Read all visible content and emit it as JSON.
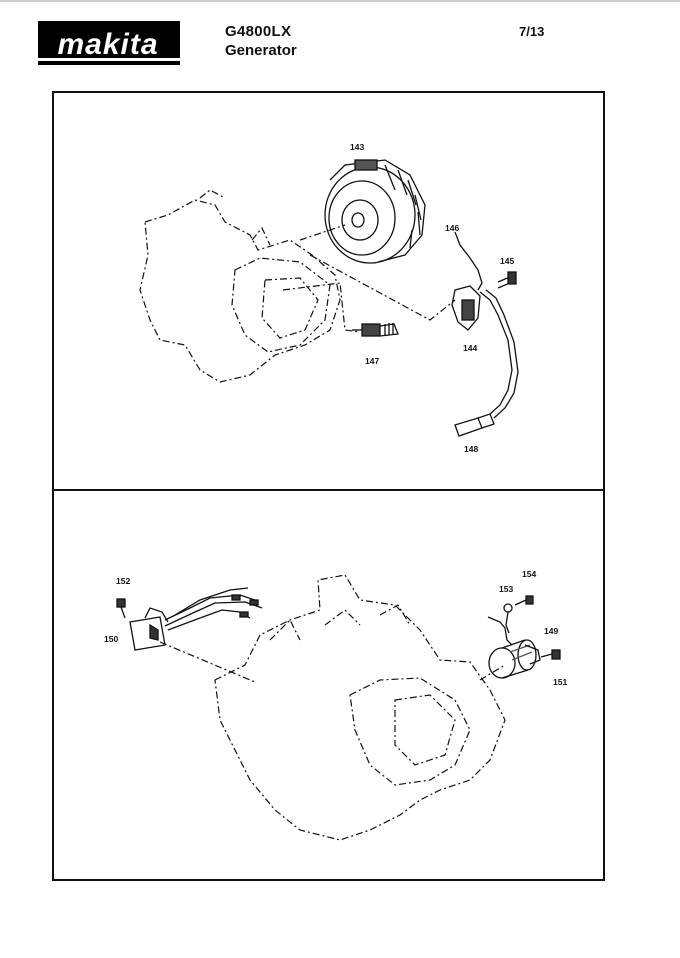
{
  "header": {
    "brand": "makita",
    "model": "G4800LX",
    "product": "Generator",
    "page": "7/13"
  },
  "diagram_top": {
    "part_labels": [
      "143",
      "146",
      "145",
      "144",
      "147",
      "148"
    ]
  },
  "diagram_bottom": {
    "part_labels": [
      "152",
      "150",
      "154",
      "153",
      "149",
      "151"
    ]
  }
}
